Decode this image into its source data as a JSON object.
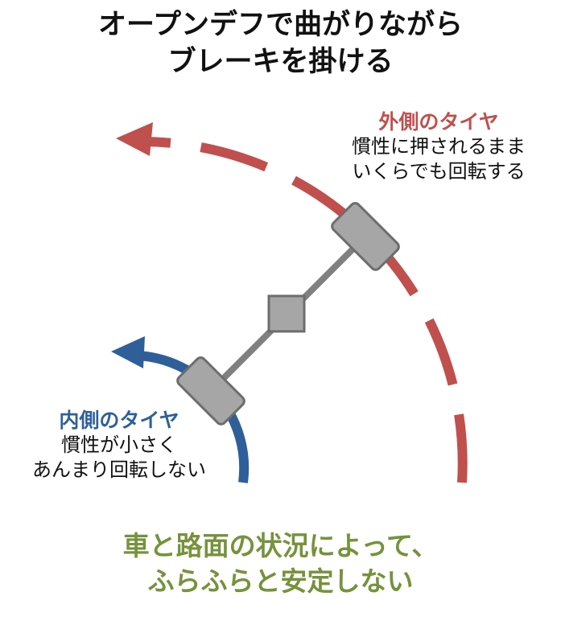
{
  "title": {
    "line1": "オープンデフで曲がりながら",
    "line2": "ブレーキを掛ける"
  },
  "outer_tire": {
    "heading": "外側のタイヤ",
    "line1": "慣性に押されるまま",
    "line2": "いくらでも回転する"
  },
  "inner_tire": {
    "heading": "内側のタイヤ",
    "line1": "慣性が小さく",
    "line2": "あんまり回転しない"
  },
  "conclusion": {
    "line1": "車と路面の状況によって、",
    "line2": "ふらふらと安定しない"
  },
  "colors": {
    "outer_path": "#c0504d",
    "inner_path": "#2f5f99",
    "axle": "#808080",
    "tire_fill": "#a6a6a6",
    "tire_stroke": "#6d6d6d",
    "conclusion_text": "#76923c"
  }
}
